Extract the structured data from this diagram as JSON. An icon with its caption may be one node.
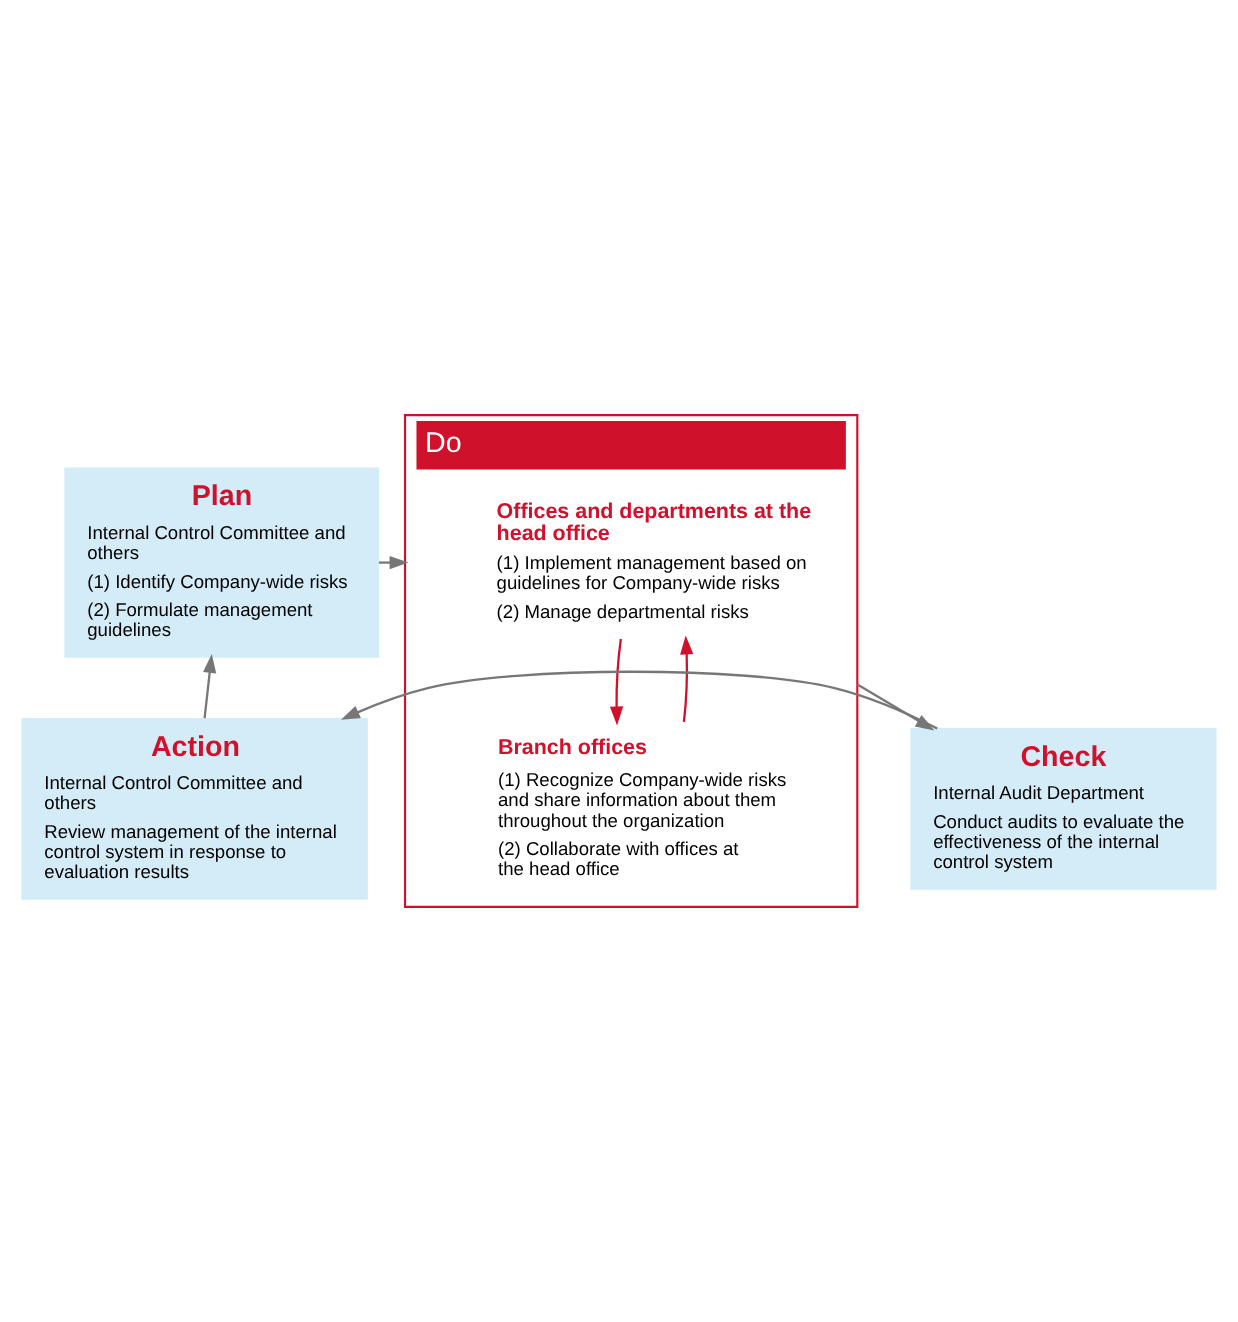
{
  "diagram": {
    "nodes": [
      {
        "text": [
          "Plan",
          "Internal Control Committee and others",
          "(1) Identify Company-wide risks",
          "(2) Formulate management guidelines"
        ]
      },
      {
        "text": [
          "Do"
        ]
      },
      {
        "text": [
          "Offices and departments at the head office",
          "(1) Implement management based on guidelines for Company-wide risks",
          "(2) Manage departmental risks"
        ],
        "in": 1
      },
      {
        "text": [
          "Branch offices",
          "(1) Recognize Company-wide risks and share information about them throughout the organization",
          "(2) Collaborate with offices at the head office"
        ],
        "in": 1
      },
      {
        "text": [
          "Check",
          "Internal Audit Department",
          "Conduct audits to evaluate the effectiveness of the internal control system"
        ]
      },
      {
        "text": [
          "Action",
          "Internal Control Committee and others",
          "Review management of the internal control system in response to evaluation results"
        ]
      }
    ],
    "edges": [
      {
        "from": 0,
        "to": 1,
        "arrow": "to"
      },
      {
        "from": 3,
        "to": 2,
        "arrow": "to",
        "color": "#d0112b"
      },
      {
        "from": 2,
        "to": 3,
        "arrow": "to",
        "color": "#d0112b"
      },
      {
        "from": 1,
        "to": 4,
        "arrow": "to"
      },
      {
        "from": 4,
        "to": 5,
        "arrow": "to"
      },
      {
        "from": 5,
        "to": 0,
        "arrow": "to"
      }
    ]
  }
}
